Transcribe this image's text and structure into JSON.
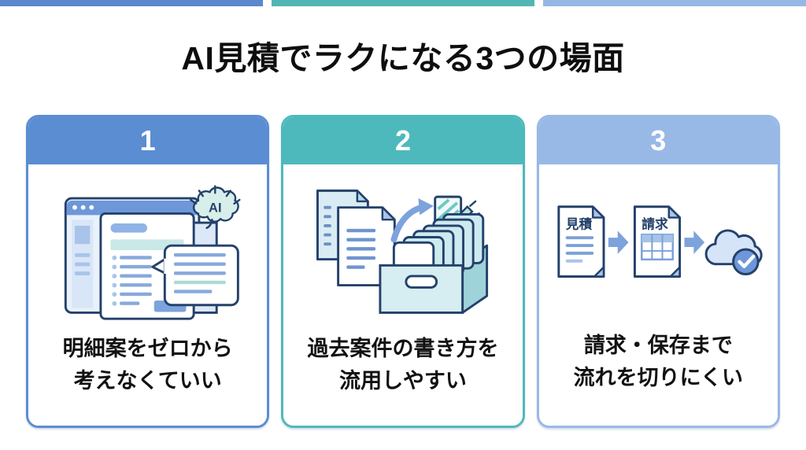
{
  "page": {
    "title": "AI見積でラクになる3つの場面"
  },
  "top_bar": {
    "segments": [
      {
        "name": "blue",
        "color": "#5b87cd"
      },
      {
        "name": "teal",
        "color": "#52b5b3"
      },
      {
        "name": "light-blue",
        "color": "#96b7e4"
      }
    ]
  },
  "colors": {
    "outline_navy": "#24416b",
    "mid_blue": "#6d97d9",
    "light_blue_fill": "#d9e6f7",
    "teal_fill": "#c9e8e7"
  },
  "cards": [
    {
      "number": "1",
      "accent": "#5b8dd3",
      "caption": [
        "明細案をゼロから",
        "考えなくていい"
      ],
      "illustration": {
        "name": "browser-ai-suggestion",
        "ai_badge": "AI"
      }
    },
    {
      "number": "2",
      "accent": "#4eb9bd",
      "caption": [
        "過去案件の書き方を",
        "流用しやすい"
      ],
      "illustration": {
        "name": "documents-archive-box"
      }
    },
    {
      "number": "3",
      "accent": "#98b9e6",
      "caption": [
        "請求・保存まで",
        "流れを切りにくい"
      ],
      "illustration": {
        "name": "quote-invoice-cloud",
        "doc1_label": "見積",
        "doc2_label": "請求"
      }
    }
  ]
}
